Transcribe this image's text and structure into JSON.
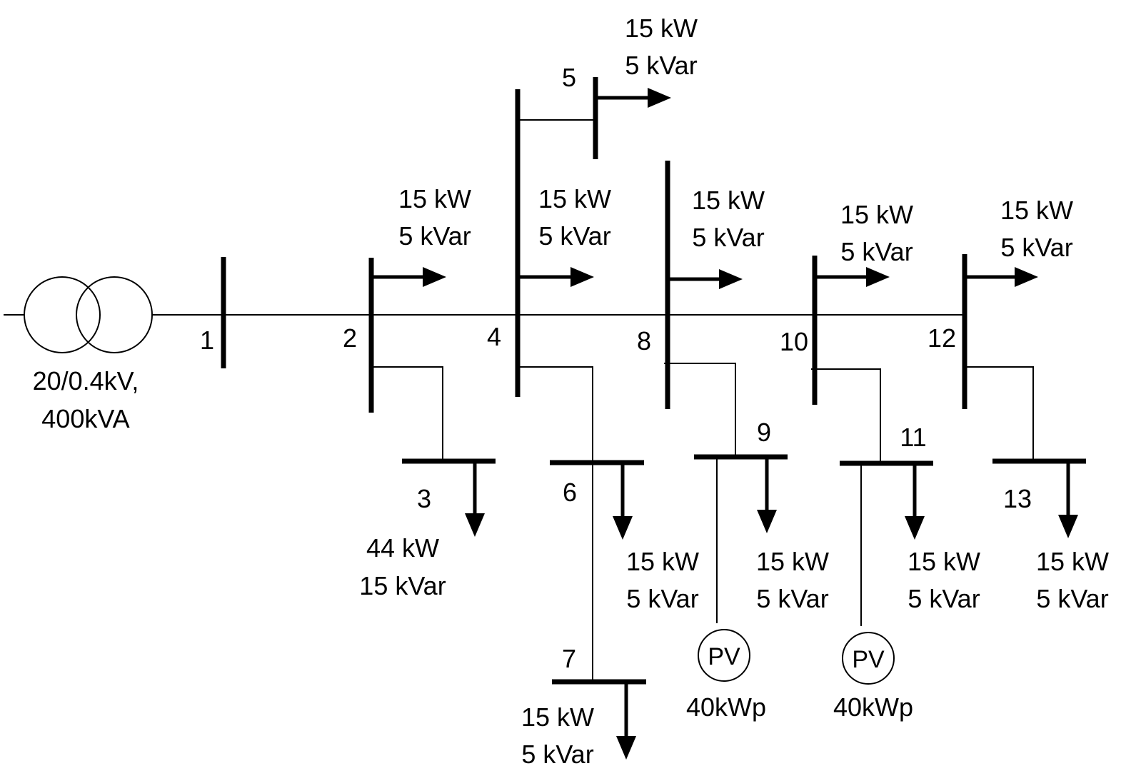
{
  "transformer": {
    "label_line1": "20/0.4kV,",
    "label_line2": "400kVA"
  },
  "buses": [
    "1",
    "2",
    "3",
    "4",
    "5",
    "6",
    "7",
    "8",
    "9",
    "10",
    "11",
    "12",
    "13"
  ],
  "loads": [
    {
      "bus": "2",
      "p": "15 kW",
      "q": "5 kVar"
    },
    {
      "bus": "3",
      "p": "44 kW",
      "q": "15 kVar"
    },
    {
      "bus": "4",
      "p": "15 kW",
      "q": "5 kVar"
    },
    {
      "bus": "5",
      "p": "15 kW",
      "q": "5 kVar"
    },
    {
      "bus": "6",
      "p": "15 kW",
      "q": "5 kVar"
    },
    {
      "bus": "7",
      "p": "15 kW",
      "q": "5 kVar"
    },
    {
      "bus": "8",
      "p": "15 kW",
      "q": "5 kVar"
    },
    {
      "bus": "9",
      "p": "15 kW",
      "q": "5 kVar"
    },
    {
      "bus": "10",
      "p": "15 kW",
      "q": "5 kVar"
    },
    {
      "bus": "11",
      "p": "15 kW",
      "q": "5 kVar"
    },
    {
      "bus": "12",
      "p": "15 kW",
      "q": "5 kVar"
    },
    {
      "bus": "13",
      "p": "15 kW",
      "q": "5 kVar"
    }
  ],
  "pv": [
    {
      "bus": "9",
      "symbol": "PV",
      "rating": "40kWp"
    },
    {
      "bus": "11",
      "symbol": "PV",
      "rating": "40kWp"
    }
  ]
}
